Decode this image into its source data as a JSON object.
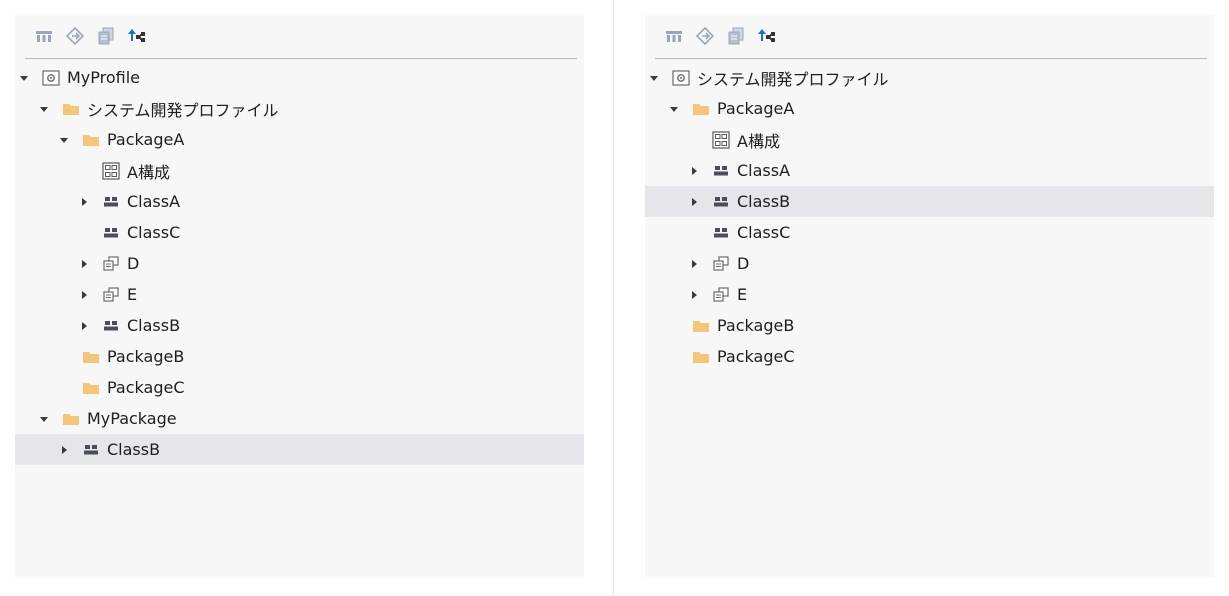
{
  "left_panel": {
    "toolbar": [
      "structure-icon",
      "navigate-icon",
      "copy-icon",
      "hierarchy-icon"
    ],
    "tree": [
      {
        "label": "MyProfile",
        "icon": "profile-icon",
        "depth": 0,
        "expand": "expanded"
      },
      {
        "label": "システム開発プロファイル",
        "icon": "folder-icon",
        "depth": 1,
        "expand": "expanded"
      },
      {
        "label": "PackageA",
        "icon": "folder-icon",
        "depth": 2,
        "expand": "expanded"
      },
      {
        "label": "A構成",
        "icon": "composite-structure-icon",
        "depth": 3,
        "expand": "none"
      },
      {
        "label": "ClassA",
        "icon": "class-icon",
        "depth": 3,
        "expand": "collapsed"
      },
      {
        "label": "ClassC",
        "icon": "class-icon",
        "depth": 3,
        "expand": "none"
      },
      {
        "label": "D",
        "icon": "component-icon",
        "depth": 3,
        "expand": "collapsed"
      },
      {
        "label": "E",
        "icon": "component-icon",
        "depth": 3,
        "expand": "collapsed"
      },
      {
        "label": "ClassB",
        "icon": "class-icon",
        "depth": 3,
        "expand": "collapsed"
      },
      {
        "label": "PackageB",
        "icon": "folder-icon",
        "depth": 2,
        "expand": "none"
      },
      {
        "label": "PackageC",
        "icon": "folder-icon",
        "depth": 2,
        "expand": "none"
      },
      {
        "label": "MyPackage",
        "icon": "folder-icon",
        "depth": 1,
        "expand": "expanded"
      },
      {
        "label": "ClassB",
        "icon": "class-icon",
        "depth": 2,
        "expand": "collapsed",
        "selected": true
      }
    ]
  },
  "right_panel": {
    "toolbar": [
      "structure-icon",
      "navigate-icon",
      "copy-icon",
      "hierarchy-icon"
    ],
    "tree": [
      {
        "label": "システム開発プロファイル",
        "icon": "profile-icon",
        "depth": 0,
        "expand": "expanded"
      },
      {
        "label": "PackageA",
        "icon": "folder-icon",
        "depth": 1,
        "expand": "expanded"
      },
      {
        "label": "A構成",
        "icon": "composite-structure-icon",
        "depth": 2,
        "expand": "none"
      },
      {
        "label": "ClassA",
        "icon": "class-icon",
        "depth": 2,
        "expand": "collapsed"
      },
      {
        "label": "ClassB",
        "icon": "class-icon",
        "depth": 2,
        "expand": "collapsed",
        "selected": true
      },
      {
        "label": "ClassC",
        "icon": "class-icon",
        "depth": 2,
        "expand": "none"
      },
      {
        "label": "D",
        "icon": "component-icon",
        "depth": 2,
        "expand": "collapsed"
      },
      {
        "label": "E",
        "icon": "component-icon",
        "depth": 2,
        "expand": "collapsed"
      },
      {
        "label": "PackageB",
        "icon": "folder-icon",
        "depth": 1,
        "expand": "none"
      },
      {
        "label": "PackageC",
        "icon": "folder-icon",
        "depth": 1,
        "expand": "none"
      }
    ]
  },
  "colors": {
    "folder": "#f3c67a",
    "class": "#4a4e59",
    "selection": "#e6e6ea",
    "toolbar_icon": "#9aa6b8",
    "hierarchy_accent": "#1d6fd1"
  }
}
